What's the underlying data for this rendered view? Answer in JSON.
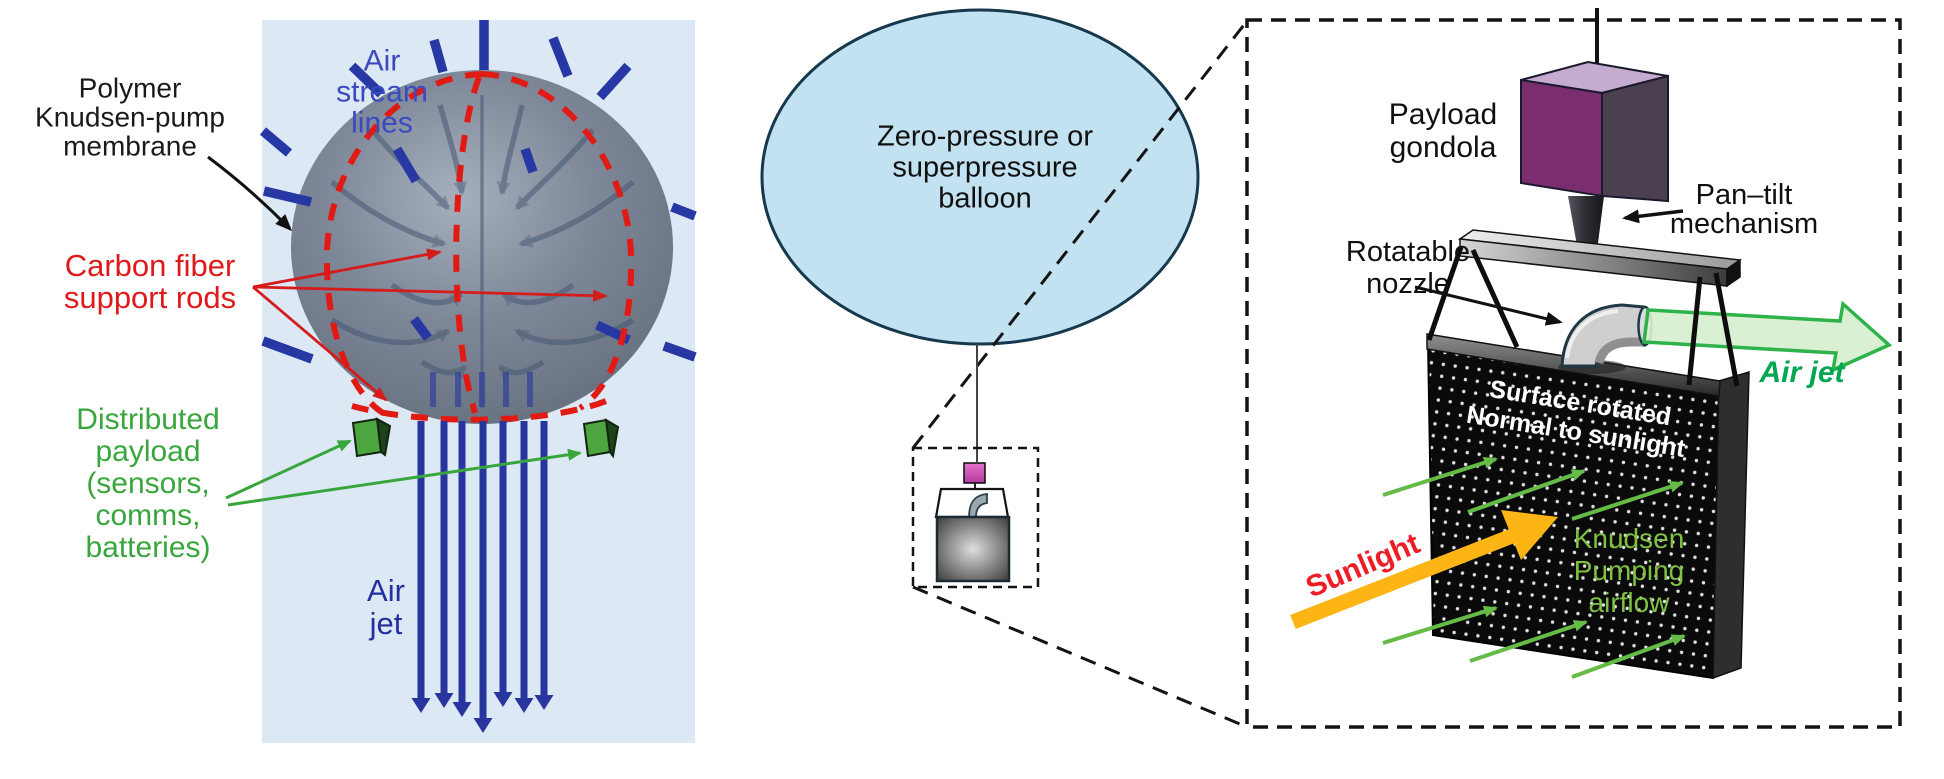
{
  "colors": {
    "left_background": "#dce8f4",
    "sphere_gray": "#7b8596",
    "rod_blue": "#2737a3",
    "stream_label_blue": "#3a4abf",
    "jet_blue": "#28359e",
    "support_red": "#e0191b",
    "payload_green": "#38a63d",
    "balloon_fill": "#c3e2f1",
    "gondola_purple": "#7b2e6f",
    "pink_cube": "#cf4fb8",
    "sunlight_orange": "#fcb514",
    "air_jet_green": "#00a651",
    "airflow_green": "#7fc241",
    "panel_black": "#0a0a0a"
  },
  "left_panel": {
    "membrane_label": {
      "lines": [
        "Polymer",
        "Knudsen-pump",
        "membrane"
      ]
    },
    "support_rods_label": {
      "lines": [
        "Carbon fiber",
        "support rods"
      ]
    },
    "payload_label": {
      "lines": [
        "Distributed",
        "payload",
        "(sensors,",
        "comms,",
        "batteries)"
      ]
    },
    "air_stream_label": {
      "lines": [
        "Air",
        "stream",
        "lines"
      ]
    },
    "air_jet_label": {
      "lines": [
        "Air",
        "jet"
      ]
    }
  },
  "middle_panel": {
    "balloon_label": {
      "lines": [
        "Zero-pressure or",
        "superpressure",
        "balloon"
      ]
    }
  },
  "right_panel": {
    "payload_gondola_label": {
      "lines": [
        "Payload",
        "gondola"
      ]
    },
    "pan_tilt_label": {
      "lines": [
        "Pan–tilt",
        "mechanism"
      ]
    },
    "rotatable_nozzle_label": {
      "lines": [
        "Rotatable",
        "nozzle"
      ]
    },
    "air_jet_label": "Air jet",
    "sunlight_label": "Sunlight",
    "surface_label": {
      "lines": [
        "Surface rotated",
        "Normal to sunlight"
      ]
    },
    "knudsen_label": {
      "lines": [
        "Knudsen",
        "Pumping",
        "airflow"
      ]
    }
  }
}
